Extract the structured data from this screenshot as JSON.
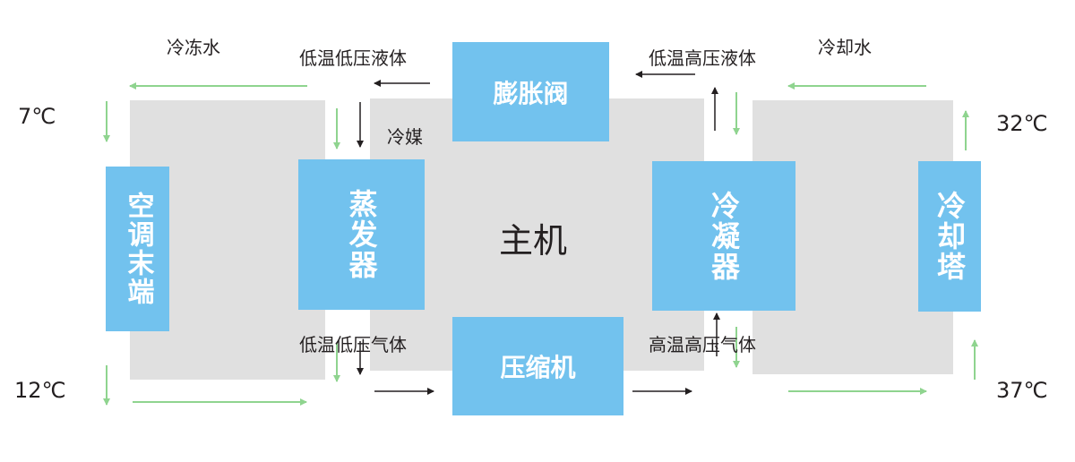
{
  "labels": {
    "chilled_water": "冷冻水",
    "low_temp_low_press_liquid": "低温低压液体",
    "low_temp_high_press_liquid": "低温高压液体",
    "cooling_water": "冷却水",
    "refrigerant": "冷媒",
    "low_temp_low_press_gas": "低温低压气体",
    "high_temp_high_press_gas": "高温高压气体"
  },
  "temps": {
    "supply_chilled": "7℃",
    "return_chilled": "12℃",
    "supply_cooling": "32℃",
    "return_cooling": "37℃"
  },
  "boxes": {
    "air_terminal": "空调末端",
    "evaporator": "蒸发器",
    "expansion_valve": "膨胀阀",
    "main_unit": "主机",
    "condenser": "冷凝器",
    "cooling_tower": "冷却塔",
    "compressor": "压缩机"
  },
  "colors": {
    "box_blue": "#72c2ee",
    "panel_gray": "#e0e0e0",
    "water_arrow_green": "#8fd48f",
    "refrigerant_arrow_black": "#231f20"
  }
}
